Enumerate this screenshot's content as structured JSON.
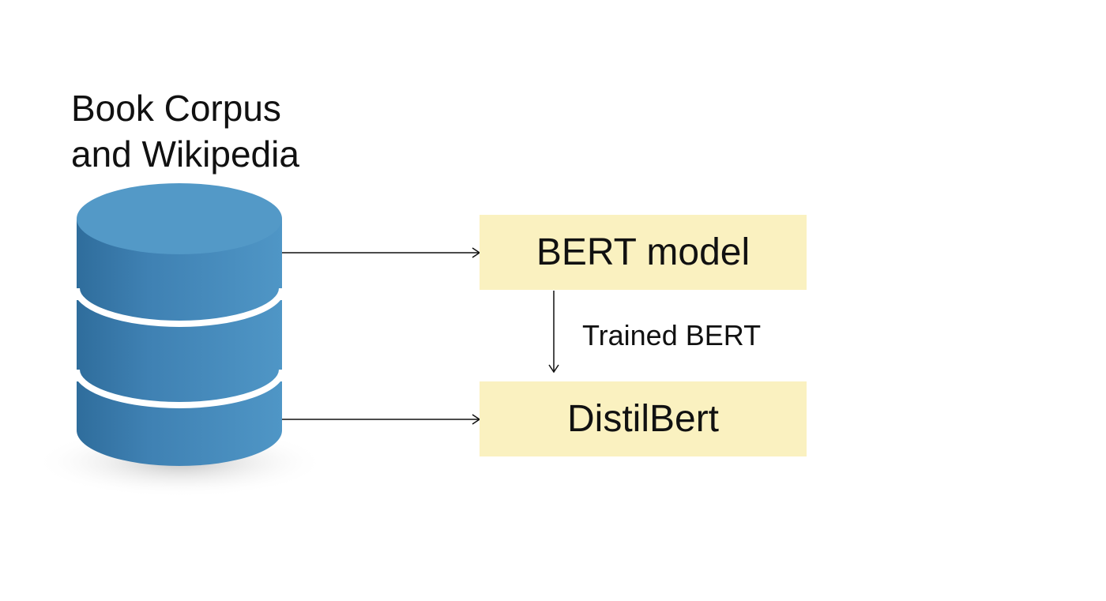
{
  "database": {
    "title_line1": "Book Corpus",
    "title_line2": "and Wikipedia",
    "color": "#4a8fbf"
  },
  "nodes": {
    "bert": {
      "label": "BERT model"
    },
    "distil": {
      "label": "DistilBert"
    }
  },
  "edges": {
    "bert_to_distil_label": "Trained BERT"
  },
  "colors": {
    "box_fill": "#faf1c0",
    "cylinder_side": "#4a8fbf",
    "cylinder_top": "#5399c7",
    "arrow": "#111111"
  }
}
